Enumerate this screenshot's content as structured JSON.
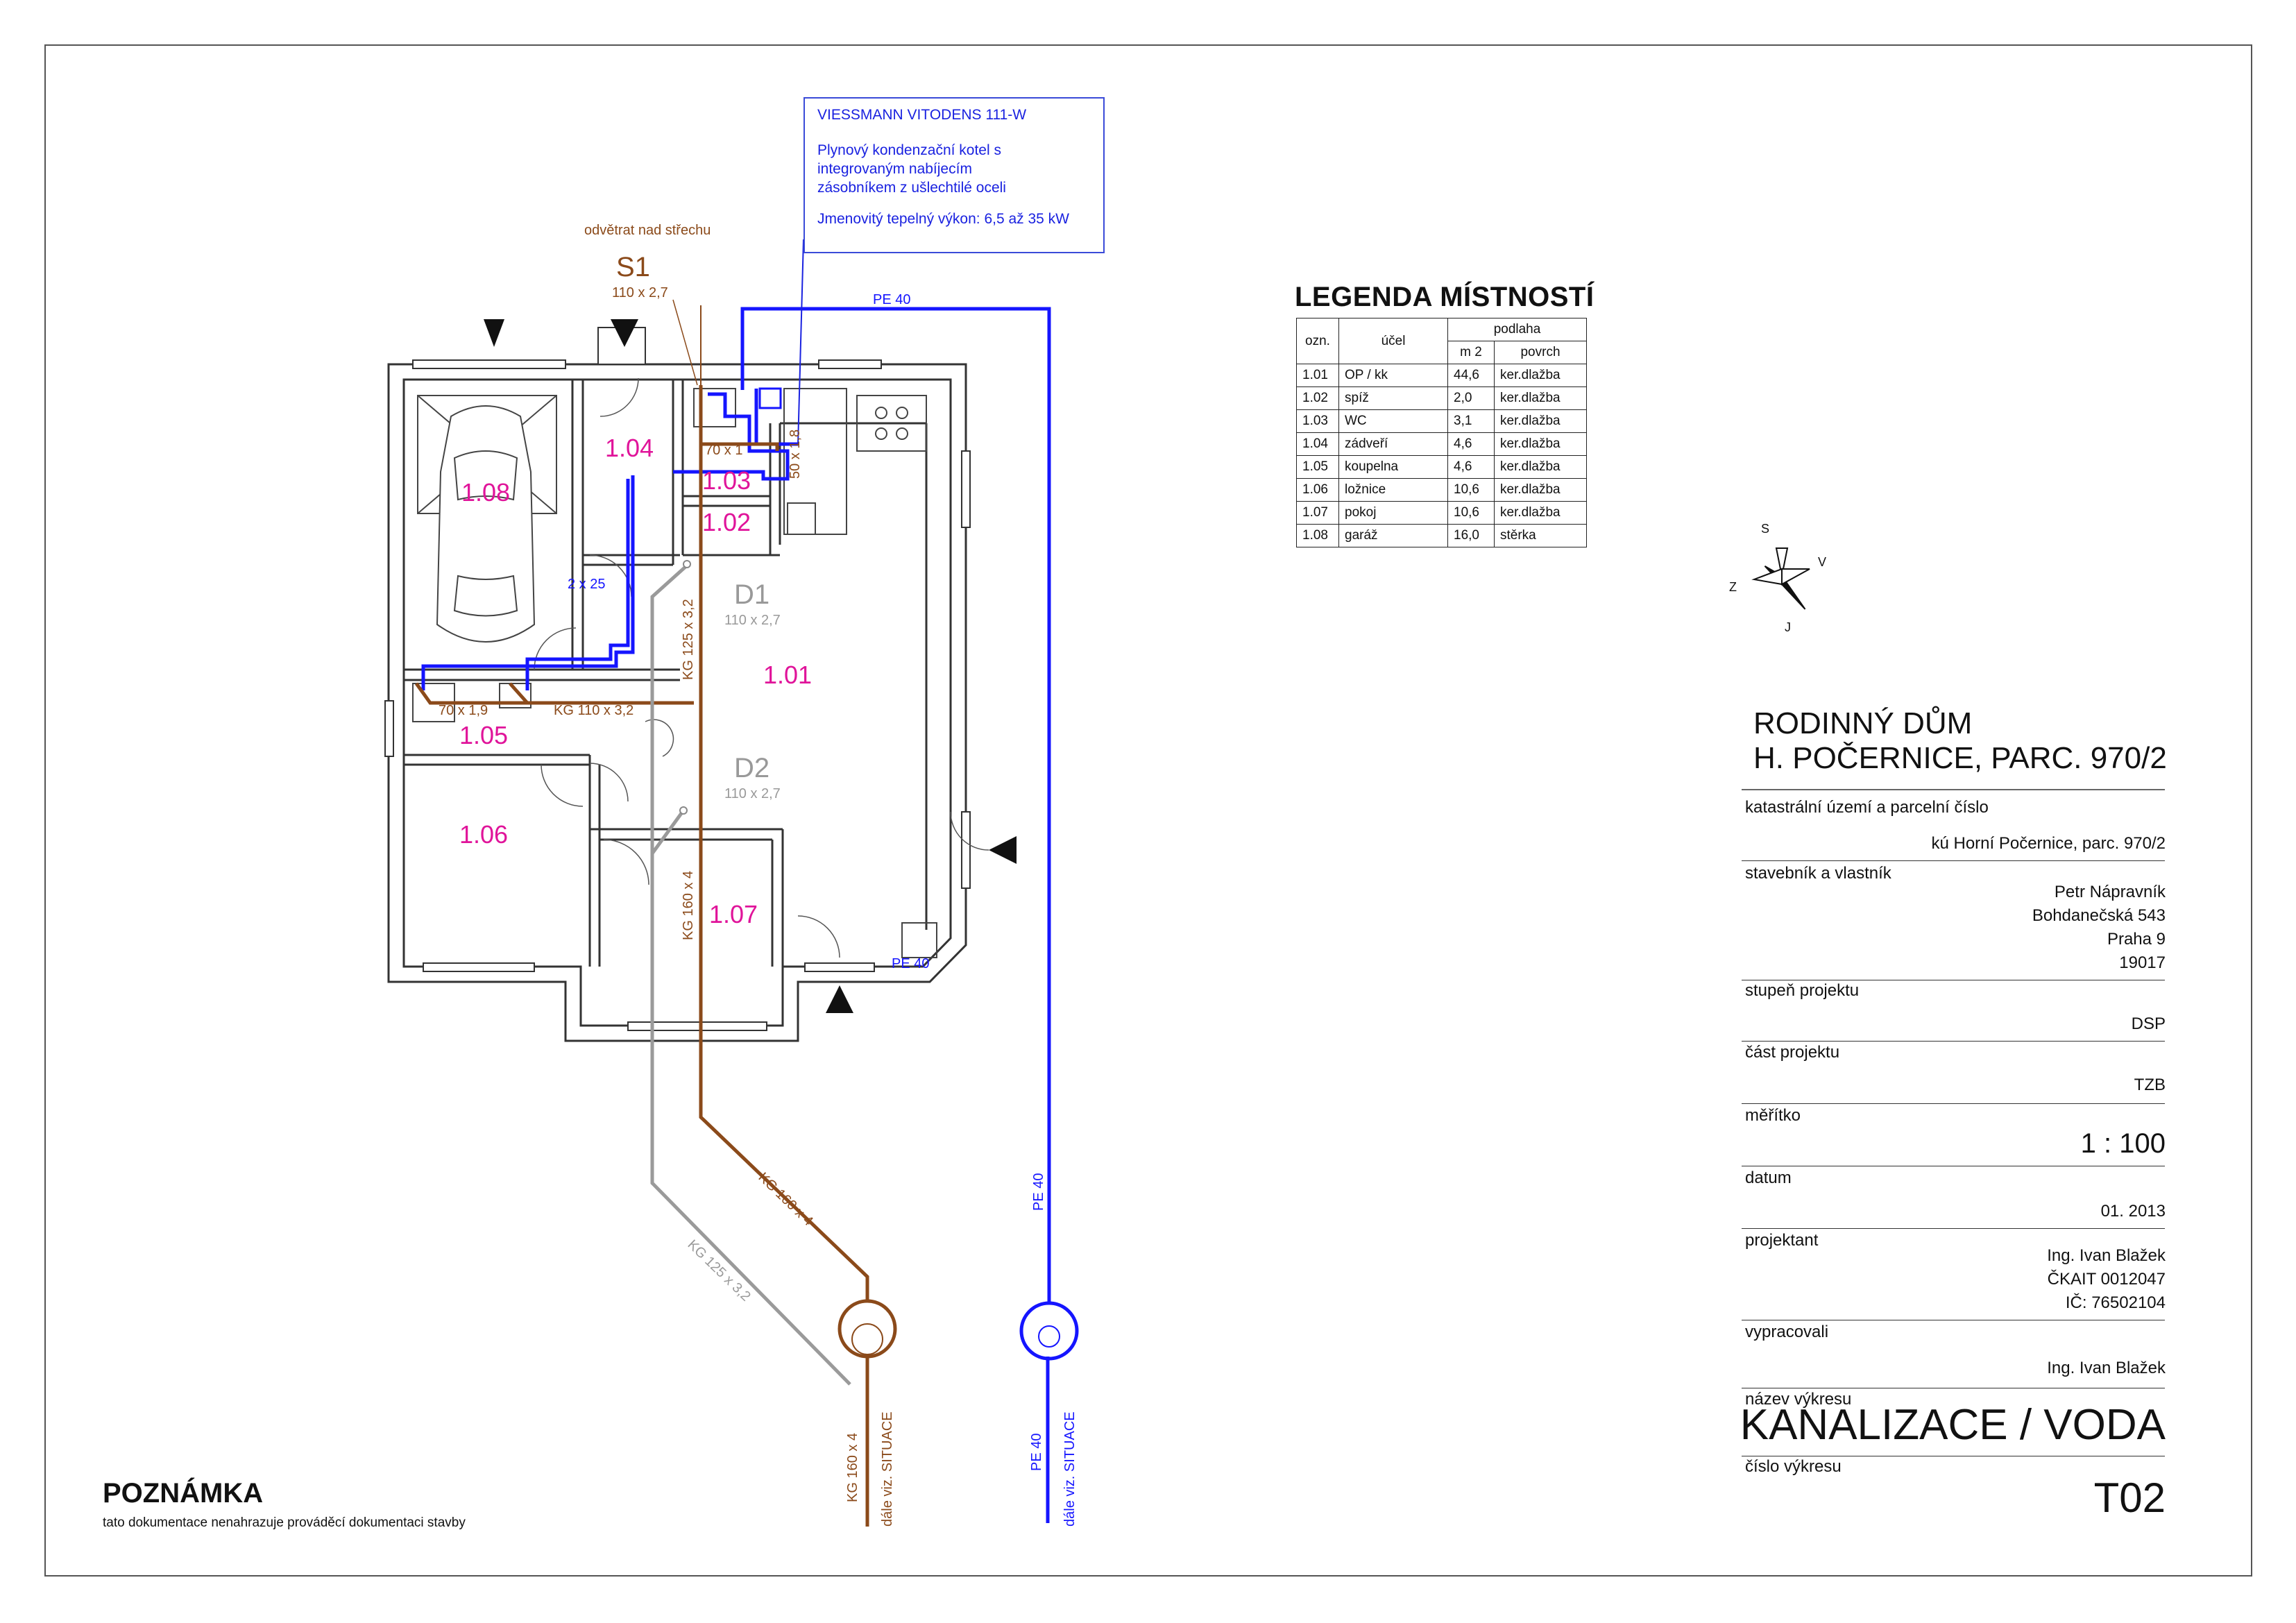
{
  "colors": {
    "water": "#1515ff",
    "sewer": "#8b4a1a",
    "rain": "#9a9a9a",
    "room_label": "#e0149a",
    "wall": "#333333"
  },
  "boiler_note": {
    "model": "VIESSMANN VITODENS 111-W",
    "desc1": "Plynový kondenzační kotel s",
    "desc2": "integrovaným nabíjecím",
    "desc3": "zásobníkem z ušlechtilé oceli",
    "power": "Jmenovitý tepelný výkon: 6,5 až 35 kW"
  },
  "plan_labels": {
    "vent_roof": "odvětrat nad střechu",
    "s1": "S1",
    "s1_dim": "110 x 2,7",
    "d1": "D1",
    "d1_dim": "110 x 2,7",
    "d2": "D2",
    "d2_dim": "110 x 2,7",
    "pe40_top": "PE 40",
    "pe40_vertical": "PE 40",
    "pe40_mid": "PE 40",
    "pe40_bottom": "PE 40",
    "pipe_2x25": "2 x 25",
    "pipe_70x19": "70 x 1,9",
    "pipe_kg110": "KG 110 x 3,2",
    "pipe_70x1": "70 x 1",
    "pipe_50x18": "50 x 1,8",
    "pipe_kg125_v": "KG 125 x 3,2",
    "pipe_kg160_v": "KG 160 x 4",
    "pipe_kg160_diag": "KG 160 x 4",
    "pipe_kg125_diag": "KG 125 x 3,2",
    "pipe_kg160_bottom": "KG 160 x 4",
    "further_situ": "dále viz. SITUACE",
    "further_situ2": "dále viz. SITUACE"
  },
  "rooms": [
    {
      "id": "1.01"
    },
    {
      "id": "1.02"
    },
    {
      "id": "1.03"
    },
    {
      "id": "1.04"
    },
    {
      "id": "1.05"
    },
    {
      "id": "1.06"
    },
    {
      "id": "1.07"
    },
    {
      "id": "1.08"
    }
  ],
  "compass": {
    "s": "S",
    "v": "V",
    "z": "Z",
    "j": "J"
  },
  "legend": {
    "title": "LEGENDA MÍSTNOSTÍ",
    "col_id": "ozn.",
    "col_use": "účel",
    "col_floor": "podlaha",
    "col_m2": "m 2",
    "col_surface": "povrch",
    "rows": [
      {
        "id": "1.01",
        "use": "OP / kk",
        "m2": "44,6",
        "surface": "ker.dlažba"
      },
      {
        "id": "1.02",
        "use": "spíž",
        "m2": "2,0",
        "surface": "ker.dlažba"
      },
      {
        "id": "1.03",
        "use": "WC",
        "m2": "3,1",
        "surface": "ker.dlažba"
      },
      {
        "id": "1.04",
        "use": "zádveří",
        "m2": "4,6",
        "surface": "ker.dlažba"
      },
      {
        "id": "1.05",
        "use": "koupelna",
        "m2": "4,6",
        "surface": "ker.dlažba"
      },
      {
        "id": "1.06",
        "use": "ložnice",
        "m2": "10,6",
        "surface": "ker.dlažba"
      },
      {
        "id": "1.07",
        "use": "pokoj",
        "m2": "10,6",
        "surface": "ker.dlažba"
      },
      {
        "id": "1.08",
        "use": "garáž",
        "m2": "16,0",
        "surface": "stěrka"
      }
    ]
  },
  "title_block": {
    "title_line1": "RODINNÝ DŮM",
    "title_line2": "H. POČERNICE, PARC. 970/2",
    "cadastre_label": "katastrální území a parcelní číslo",
    "cadastre_value": "kú Horní Počernice, parc. 970/2",
    "owner_label": "stavebník a vlastník",
    "owner_name": "Petr Nápravník",
    "owner_street": "Bohdanečská 543",
    "owner_city": "Praha 9",
    "owner_zip": "19017",
    "stage_label": "stupeň projektu",
    "stage_value": "DSP",
    "part_label": "část projektu",
    "part_value": "TZB",
    "scale_label": "měřítko",
    "scale_value": "1 : 100",
    "date_label": "datum",
    "date_value": "01. 2013",
    "designer_label": "projektant",
    "designer_name": "Ing. Ivan Blažek",
    "designer_ckait": "ČKAIT 0012047",
    "designer_ic": "IČ: 76502104",
    "prepared_label": "vypracovali",
    "prepared_value": "Ing. Ivan Blažek",
    "drawing_name_label": "název výkresu",
    "drawing_name": "KANALIZACE / VODA",
    "drawing_no_label": "číslo výkresu",
    "drawing_no": "T02"
  },
  "note": {
    "title": "POZNÁMKA",
    "text": "tato dokumentace nenahrazuje provádĕcí dokumentaci stavby"
  }
}
